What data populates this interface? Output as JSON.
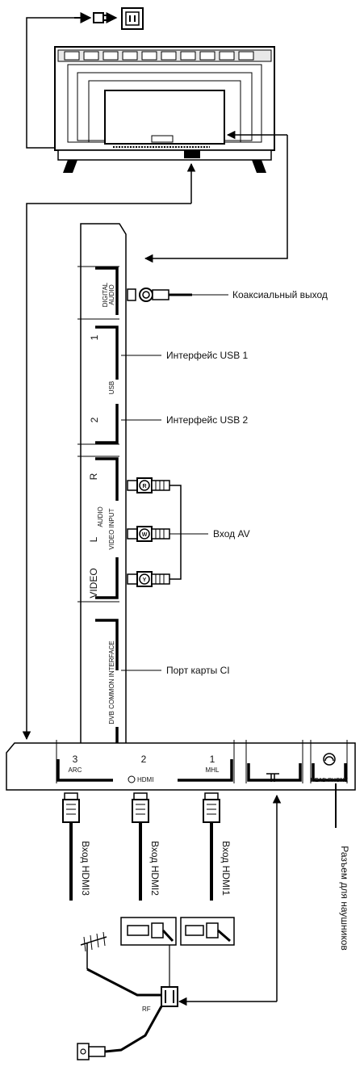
{
  "panel": {
    "digital_audio": "DIGITAL AUDIO",
    "digital_audio_line1": "DIGITAL",
    "digital_audio_line2": "AUDIO",
    "usb": "USB",
    "usb_port1": "1",
    "usb_port2": "2",
    "audio": "AUDIO",
    "audio_r": "R",
    "audio_l": "L",
    "video_input": "VIDEO INPUT",
    "video": "VIDEO",
    "dvb_ci": "DVB COMMON INTERFACE",
    "hdmi": "HDMI",
    "hdmi3_num": "3",
    "hdmi3_sub": "ARC",
    "hdmi2_num": "2",
    "hdmi1_num": "1",
    "hdmi1_sub": "MHL",
    "headphone": "HEAD PHONE",
    "rf": "RF"
  },
  "connector_letters": {
    "r": "R",
    "w": "W",
    "y": "Y"
  },
  "callouts": {
    "coax_out": "Коаксиальный выход",
    "usb1": "Интерфейс USB 1",
    "usb2": "Интерфейс USB 2",
    "av_in": "Вход AV",
    "ci_port": "Порт карты CI",
    "hdmi3_in": "Вход HDMI3",
    "hdmi2_in": "Вход HDMI2",
    "hdmi1_in": "Вход HDMI1",
    "headphone_jack": "Разъем для наушников"
  }
}
